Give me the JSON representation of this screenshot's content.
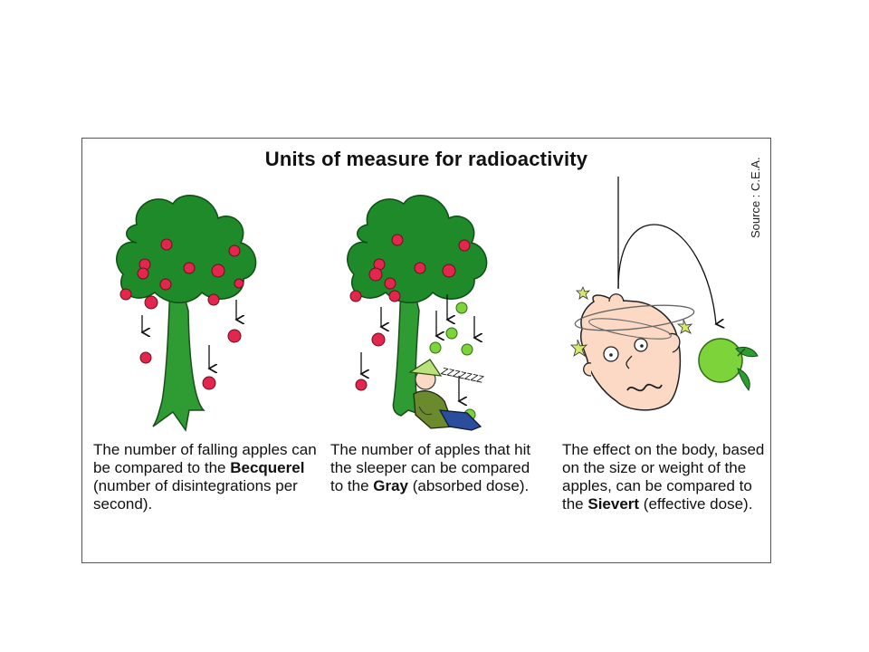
{
  "title": "Units of measure for radioactivity",
  "source": "Source : C.E.A.",
  "sleeper_zzz": "ZZZZZZZ",
  "captions": [
    {
      "pre": "The number of falling apples can be compared to the ",
      "bold": "Becquerel",
      "post": " (number of disintegrations per second)."
    },
    {
      "pre": "The number of apples that hit the sleeper can be compared to the ",
      "bold": "Gray",
      "post": " (absorbed dose)."
    },
    {
      "pre": "The effect on the body, based on the size or weight of the apples, can be compared to the ",
      "bold": "Sievert",
      "post": " (effective dose)."
    }
  ],
  "colors": {
    "foliage": "#1f8a2a",
    "trunk": "#2f9b33",
    "red_apple": "#e2264d",
    "green_apple": "#7cd33a",
    "skin": "#fbd9c4"
  }
}
